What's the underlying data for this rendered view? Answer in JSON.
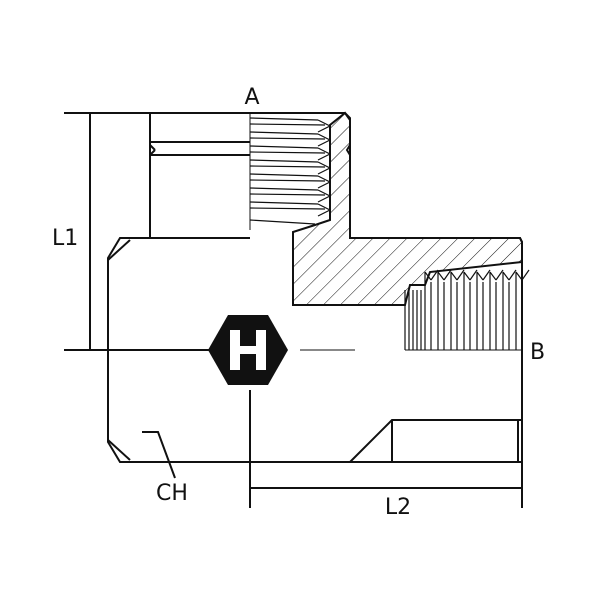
{
  "labels": {
    "port_a": "A",
    "port_b": "B",
    "l1": "L1",
    "l2": "L2",
    "ch": "CH"
  },
  "logo": {
    "letter": "H"
  },
  "colors": {
    "line": "#111111",
    "background": "#ffffff"
  }
}
